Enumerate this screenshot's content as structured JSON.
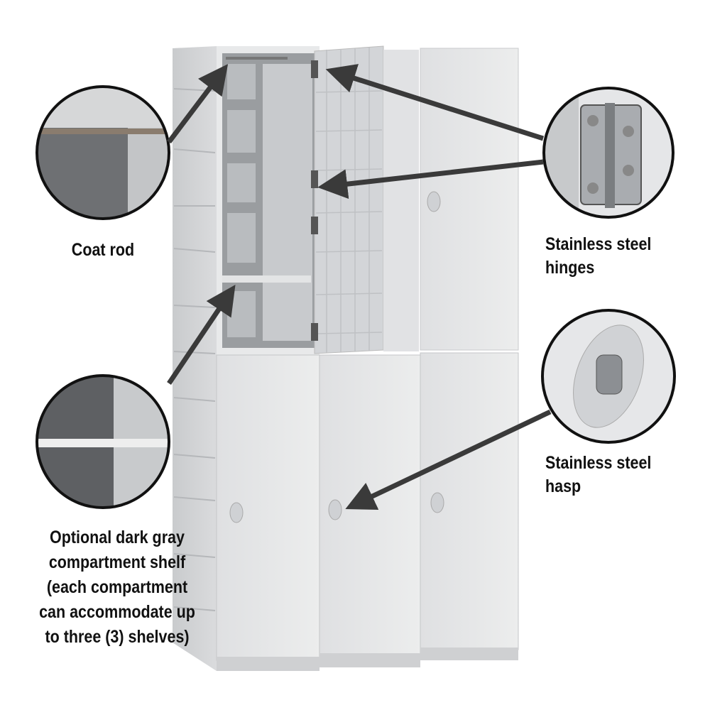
{
  "callouts": {
    "coat_rod": {
      "label": "Coat rod"
    },
    "hinges": {
      "line1": "Stainless steel",
      "line2": "hinges"
    },
    "hasp": {
      "line1": "Stainless steel",
      "line2": "hasp"
    },
    "shelf": {
      "lines": [
        "Optional dark gray",
        "compartment shelf",
        "(each compartment",
        "can accommodate up",
        "to three (3) shelves)"
      ]
    }
  },
  "colors": {
    "locker_body": "#e4e5e7",
    "locker_shadow": "#b9bbbe",
    "arrow": "#4a4a4a",
    "text": "#111111"
  }
}
